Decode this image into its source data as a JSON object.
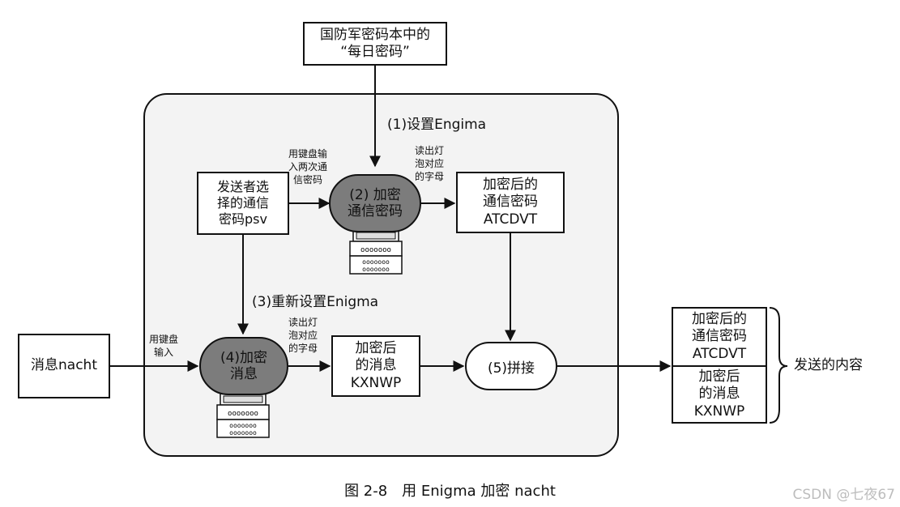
{
  "top_box": {
    "lines": [
      "国防军密码本中的",
      "“每日密码”"
    ]
  },
  "step1_label": "(1)设置Engima",
  "sender_box": {
    "lines": [
      "发送者选",
      "择的通信",
      "密码psv"
    ]
  },
  "keyboard_input_1": {
    "lines": [
      "用键盘输",
      "入两次通",
      "信密码"
    ]
  },
  "oval_encrypt_key": {
    "lines": [
      "(2) 加密",
      "通信密码"
    ]
  },
  "read_lamp_1": {
    "lines": [
      "读出灯",
      "泡对应",
      "的字母"
    ]
  },
  "encrypted_key_box": {
    "lines": [
      "加密后的",
      "通信密码",
      "ATCDVT"
    ]
  },
  "step3_label": "(3)重新设置Enigma",
  "message_box": {
    "text": "消息nacht"
  },
  "keyboard_input_2": {
    "lines": [
      "用键盘",
      "输入"
    ]
  },
  "oval_encrypt_msg": {
    "lines": [
      "(4)加密",
      "消息"
    ]
  },
  "read_lamp_2": {
    "lines": [
      "读出灯",
      "泡对应",
      "的字母"
    ]
  },
  "encrypted_msg_box": {
    "lines": [
      "加密后",
      "的消息",
      "KXNWP"
    ]
  },
  "concat_pill": {
    "text": "(5)拼接"
  },
  "output_top": {
    "lines": [
      "加密后的",
      "通信密码",
      "ATCDVT"
    ]
  },
  "output_bottom": {
    "lines": [
      "加密后",
      "的消息",
      "KXNWP"
    ]
  },
  "output_label": "发送的内容",
  "caption": "图 2-8　用 Enigma 加密 nacht",
  "watermark": "CSDN @七夜67",
  "icons": [
    "enigma-machine-icon",
    "brace-icon"
  ]
}
